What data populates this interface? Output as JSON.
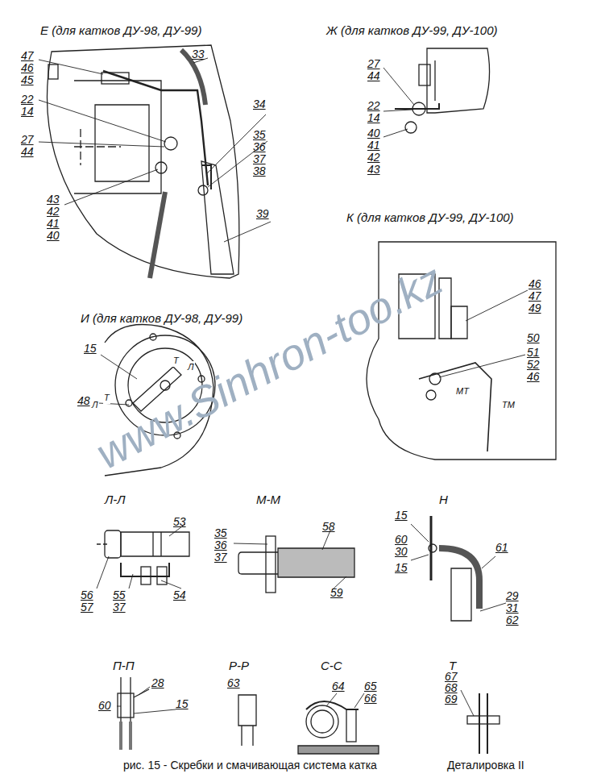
{
  "diagram": {
    "caption": "рис. 15 - Скребки и смачивающая система катка",
    "labels": [
      "Е (для катков ДУ-98, ДУ-99)",
      "47",
      "46",
      "45",
      "22",
      "14",
      "27",
      "44",
      "33",
      "34",
      "35",
      "36",
      "37",
      "38",
      "43",
      "42",
      "41",
      "40",
      "39",
      "Ж (для катков ДУ-99, ДУ-100)",
      "27",
      "44",
      "22",
      "14",
      "40",
      "41",
      "42",
      "43",
      "К (для катков ДУ-99, ДУ-100)",
      "46",
      "47",
      "49",
      "50",
      "51",
      "52",
      "46",
      "МТ",
      "ТМ",
      "И (для катков ДУ-98, ДУ-99)",
      "15",
      "48",
      "Т",
      "Л",
      "Л",
      "Т",
      "Л-Л",
      "53",
      "56",
      "57",
      "55",
      "37",
      "54",
      "М-М",
      "35",
      "36",
      "37",
      "58",
      "59",
      "Н",
      "15",
      "60",
      "30",
      "15",
      "61",
      "29",
      "31",
      "62",
      "П-П",
      "28",
      "60",
      "15",
      "Р-Р",
      "63",
      "С-С",
      "64",
      "65",
      "66",
      "Т",
      "67",
      "68",
      "69",
      "Деталировка II",
      "www.Sinhron-too.kz"
    ]
  }
}
